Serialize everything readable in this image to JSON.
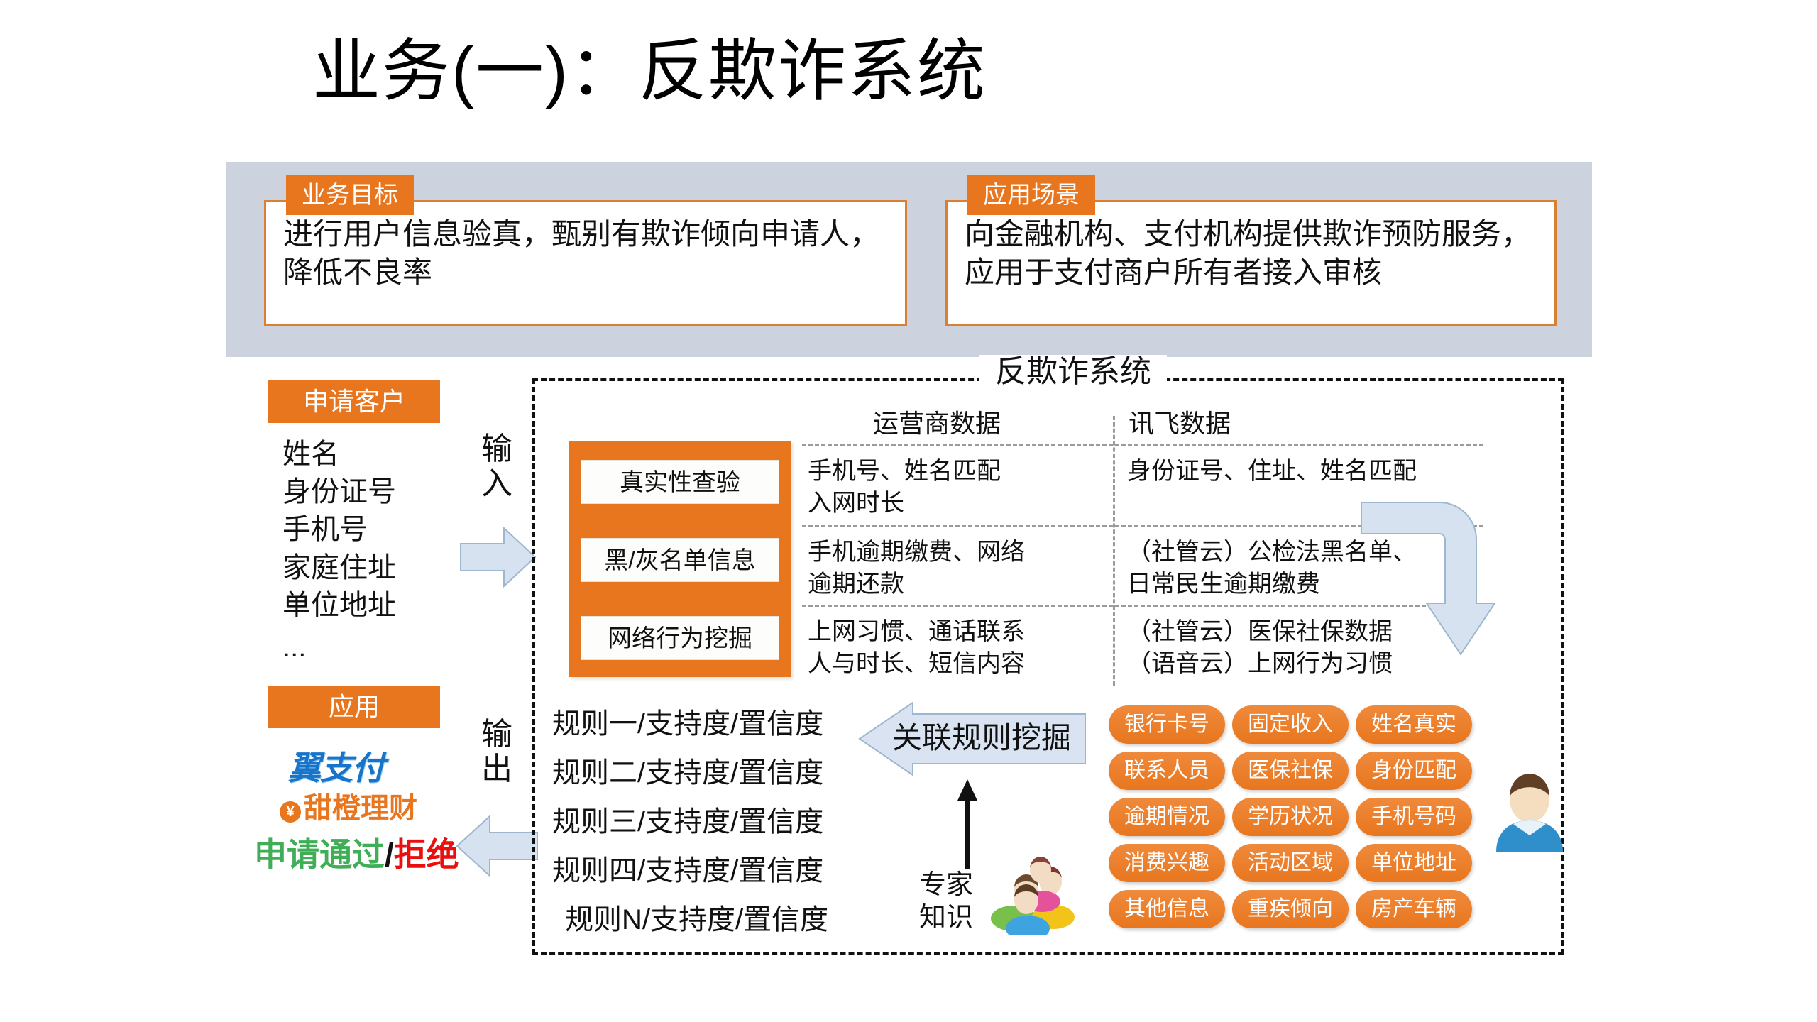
{
  "title": "业务(一)：反欺诈系统",
  "callouts": [
    {
      "tab": "业务目标",
      "body": "进行用户信息验真，甄别有欺诈倾向申请人，降低不良率"
    },
    {
      "tab": "应用场景",
      "body": "向金融机构、支付机构提供欺诈预防服务，应用于支付商户所有者接入审核"
    }
  ],
  "left": {
    "customer_header": "申请客户",
    "customer_fields": [
      "姓名",
      "身份证号",
      "手机号",
      "家庭住址",
      "单位地址"
    ],
    "customer_ellipsis": "...",
    "input_label": "输\n入",
    "application_header": "应用",
    "output_label": "输\n出",
    "logo_pay": "翼支付",
    "logo_finance": "甜橙理财",
    "logo_finance_badge": "¥",
    "decision_pass": "申请通过",
    "decision_sep": "/",
    "decision_reject": "拒绝"
  },
  "system": {
    "title": "反欺诈系统",
    "modules": [
      "真实性查验",
      "黑/灰名单信息",
      "网络行为挖掘"
    ],
    "columns": [
      "运营商数据",
      "讯飞数据"
    ],
    "rows": [
      {
        "operator": "手机号、姓名匹配\n入网时长",
        "xunfei": "身份证号、住址、姓名匹配"
      },
      {
        "operator": "手机逾期缴费、网络\n逾期还款",
        "xunfei": "（社管云）公检法黑名单、\n日常民生逾期缴费"
      },
      {
        "operator": "上网习惯、通话联系\n人与时长、短信内容",
        "xunfei": "（社管云）医保社保数据\n（语音云）上网行为习惯"
      }
    ],
    "rules": [
      "规则一/支持度/置信度",
      "规则二/支持度/置信度",
      "规则三/支持度/置信度",
      "规则四/支持度/置信度",
      "规则N/支持度/置信度"
    ],
    "assoc_label": "关联规则挖掘",
    "expert_label": "专家\n知识",
    "pills": [
      "银行卡号",
      "固定收入",
      "姓名真实",
      "联系人员",
      "医保社保",
      "身份匹配",
      "逾期情况",
      "学历状况",
      "手机号码",
      "消费兴趣",
      "活动区域",
      "单位地址",
      "其他信息",
      "重疾倾向",
      "房产车辆"
    ]
  },
  "colors": {
    "orange": "#e8761e",
    "orange_border": "#d98032",
    "band_grey": "#ccd2de",
    "arrow_blue": "#d6e2f0",
    "arrow_blue_border": "#9fb6cf",
    "pass_green": "#3fae56",
    "reject_red": "#e8100f",
    "pay_blue": "#1874c9"
  }
}
